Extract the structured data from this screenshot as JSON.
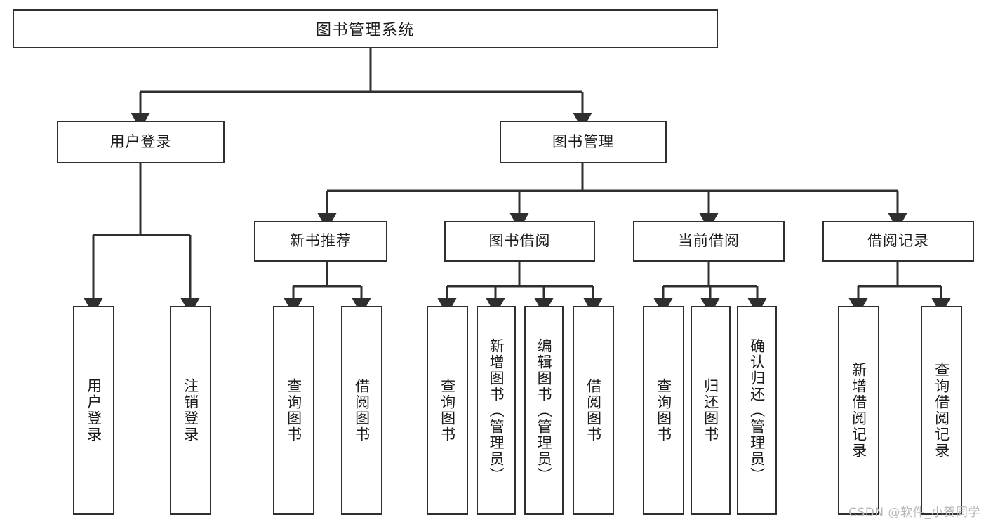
{
  "diagram": {
    "title": "图书管理系统",
    "type": "tree-hierarchy-chart",
    "watermark": "CSDN @软件_小贺同学",
    "colors": {
      "background": "#ffffff",
      "border": "#2f2f2f",
      "text": "#1a1a1a",
      "watermark": "#b9b9b9"
    },
    "levels": {
      "root": "图书管理系统",
      "level2": [
        "用户登录",
        "图书管理"
      ],
      "level3": [
        "新书推荐",
        "图书借阅",
        "当前借阅",
        "借阅记录"
      ]
    },
    "nodes": {
      "root": {
        "label": "图书管理系统"
      },
      "user_login": {
        "label": "用户登录"
      },
      "book_manage": {
        "label": "图书管理"
      },
      "new_book_rec": {
        "label": "新书推荐"
      },
      "book_borrow": {
        "label": "图书借阅"
      },
      "current_borrow": {
        "label": "当前借阅"
      },
      "borrow_record": {
        "label": "借阅记录"
      },
      "leaf_user_login": {
        "label": "用户登录"
      },
      "leaf_user_logout": {
        "label": "注销登录"
      },
      "leaf_rec_query": {
        "label": "查询图书"
      },
      "leaf_rec_borrow": {
        "label": "借阅图书"
      },
      "leaf_borrow_query": {
        "label": "查询图书"
      },
      "leaf_borrow_add": {
        "label": "新增图书（管理员）"
      },
      "leaf_borrow_edit": {
        "label": "编辑图书（管理员）"
      },
      "leaf_borrow_do": {
        "label": "借阅图书"
      },
      "leaf_cur_query": {
        "label": "查询图书"
      },
      "leaf_cur_return": {
        "label": "归还图书"
      },
      "leaf_cur_confirm": {
        "label": "确认归还（管理员）"
      },
      "leaf_rec_add": {
        "label": "新增借阅记录"
      },
      "leaf_rec_search": {
        "label": "查询借阅记录"
      }
    }
  }
}
